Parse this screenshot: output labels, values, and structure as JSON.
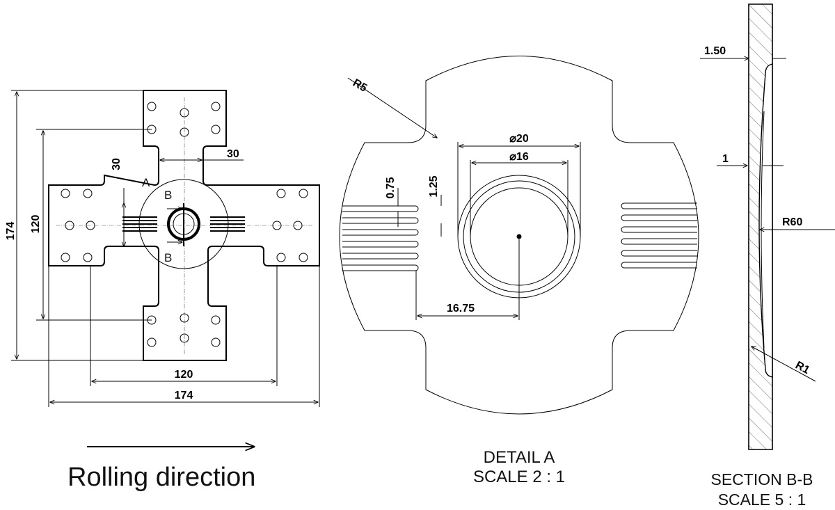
{
  "main_view": {
    "dims": {
      "height_outer": "174",
      "height_inner": "120",
      "width_inner": "120",
      "width_outer": "174",
      "arm_width": "30",
      "arm_height": "30"
    },
    "labels": {
      "detail_marker": "A",
      "section_top": "B",
      "section_bottom": "B"
    }
  },
  "rolling_direction": {
    "label": "Rolling direction"
  },
  "detail_a": {
    "dims": {
      "radius": "R5",
      "dia_outer": "⌀20",
      "dia_inner": "⌀16",
      "slot_width": "0.75",
      "slot_pitch": "1.25",
      "offset": "16.75"
    },
    "caption_line1": "DETAIL A",
    "caption_line2": "SCALE 2 : 1"
  },
  "section_bb": {
    "dims": {
      "thickness": "1.50",
      "depth": "1",
      "radius_big": "R60",
      "radius_small": "R1"
    },
    "caption_line1": "SECTION B-B",
    "caption_line2": "SCALE 5 : 1"
  }
}
